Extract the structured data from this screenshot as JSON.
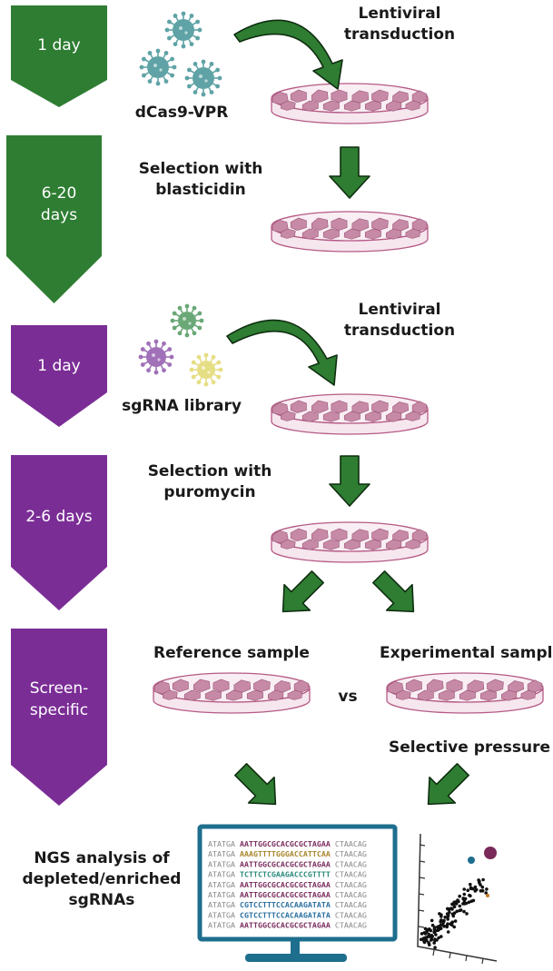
{
  "stages": [
    {
      "line1": "1 day",
      "line2": "",
      "color": "#2e7d32"
    },
    {
      "line1": "6-20",
      "line2": "days",
      "color": "#2e7d32"
    },
    {
      "line1": "1 day",
      "line2": "",
      "color": "#7b2d96"
    },
    {
      "line1": "2-6 days",
      "line2": "",
      "color": "#7b2d96"
    },
    {
      "line1": "Screen-",
      "line2": "specific",
      "color": "#7b2d96"
    }
  ],
  "labels": {
    "lenti1_l1": "Lentiviral",
    "lenti1_l2": "transduction",
    "dcas9": "dCas9-VPR",
    "sel1_l1": "Selection with",
    "sel1_l2": "blasticidin",
    "lenti2_l1": "Lentiviral",
    "lenti2_l2": "transduction",
    "sgrna": "sgRNA library",
    "sel2_l1": "Selection with",
    "sel2_l2": "puromycin",
    "reference": "Reference sample",
    "experimental": "Experimental sample",
    "vs": "vs",
    "pressure": "Selective pressure",
    "ngs_l1": "NGS analysis of",
    "ngs_l2": "depleted/enriched",
    "ngs_l3": "sgRNAs"
  },
  "sequences": [
    {
      "left": "ATATGA",
      "mid": "AATTGGCGCACGCGCTAGAA",
      "right": "CTAACAG",
      "color": "#7b2d5e"
    },
    {
      "left": "ATATGA",
      "mid": "AAAGTTTTGGGACCATTCAA",
      "right": "CTAACAG",
      "color": "#a8862b"
    },
    {
      "left": "ATATGA",
      "mid": "AATTGGCGCACGCGCTAGAA",
      "right": "CTAACAG",
      "color": "#7b2d5e"
    },
    {
      "left": "ATATGA",
      "mid": "TCTTCTCGAAGACCCGTTTT",
      "right": "CTAACAG",
      "color": "#2a8a7a"
    },
    {
      "left": "ATATGA",
      "mid": "AATTGGCGCACGCGCTAGAA",
      "right": "CTAACAG",
      "color": "#7b2d5e"
    },
    {
      "left": "ATATGA",
      "mid": "AATTGGCGCACGCGCTAGAA",
      "right": "CTAACAG",
      "color": "#7b2d5e"
    },
    {
      "left": "ATATGA",
      "mid": "CGTCCTTTCCACAAGATATA",
      "right": "CTAACAG",
      "color": "#2a6fa0"
    },
    {
      "left": "ATATGA",
      "mid": "CGTCCTTTCCACAAGATATA",
      "right": "CTAACAG",
      "color": "#2a6fa0"
    },
    {
      "left": "ATATGA",
      "mid": "AATTGGCGCACGCGCTAGAA",
      "right": "CTAACAG",
      "color": "#7b2d5e"
    }
  ],
  "colors": {
    "arrow": "#2e7d32",
    "arrow_outline": "#0f2e10",
    "dish_fill": "#f6e6ee",
    "dish_stroke": "#b55a85",
    "cell": "#c78aa6",
    "monitor": "#1e6e8e",
    "virus_teal": "#5fa3a6",
    "virus_green": "#6aa877",
    "virus_purple": "#a070b8",
    "virus_yellow": "#e6de84"
  }
}
